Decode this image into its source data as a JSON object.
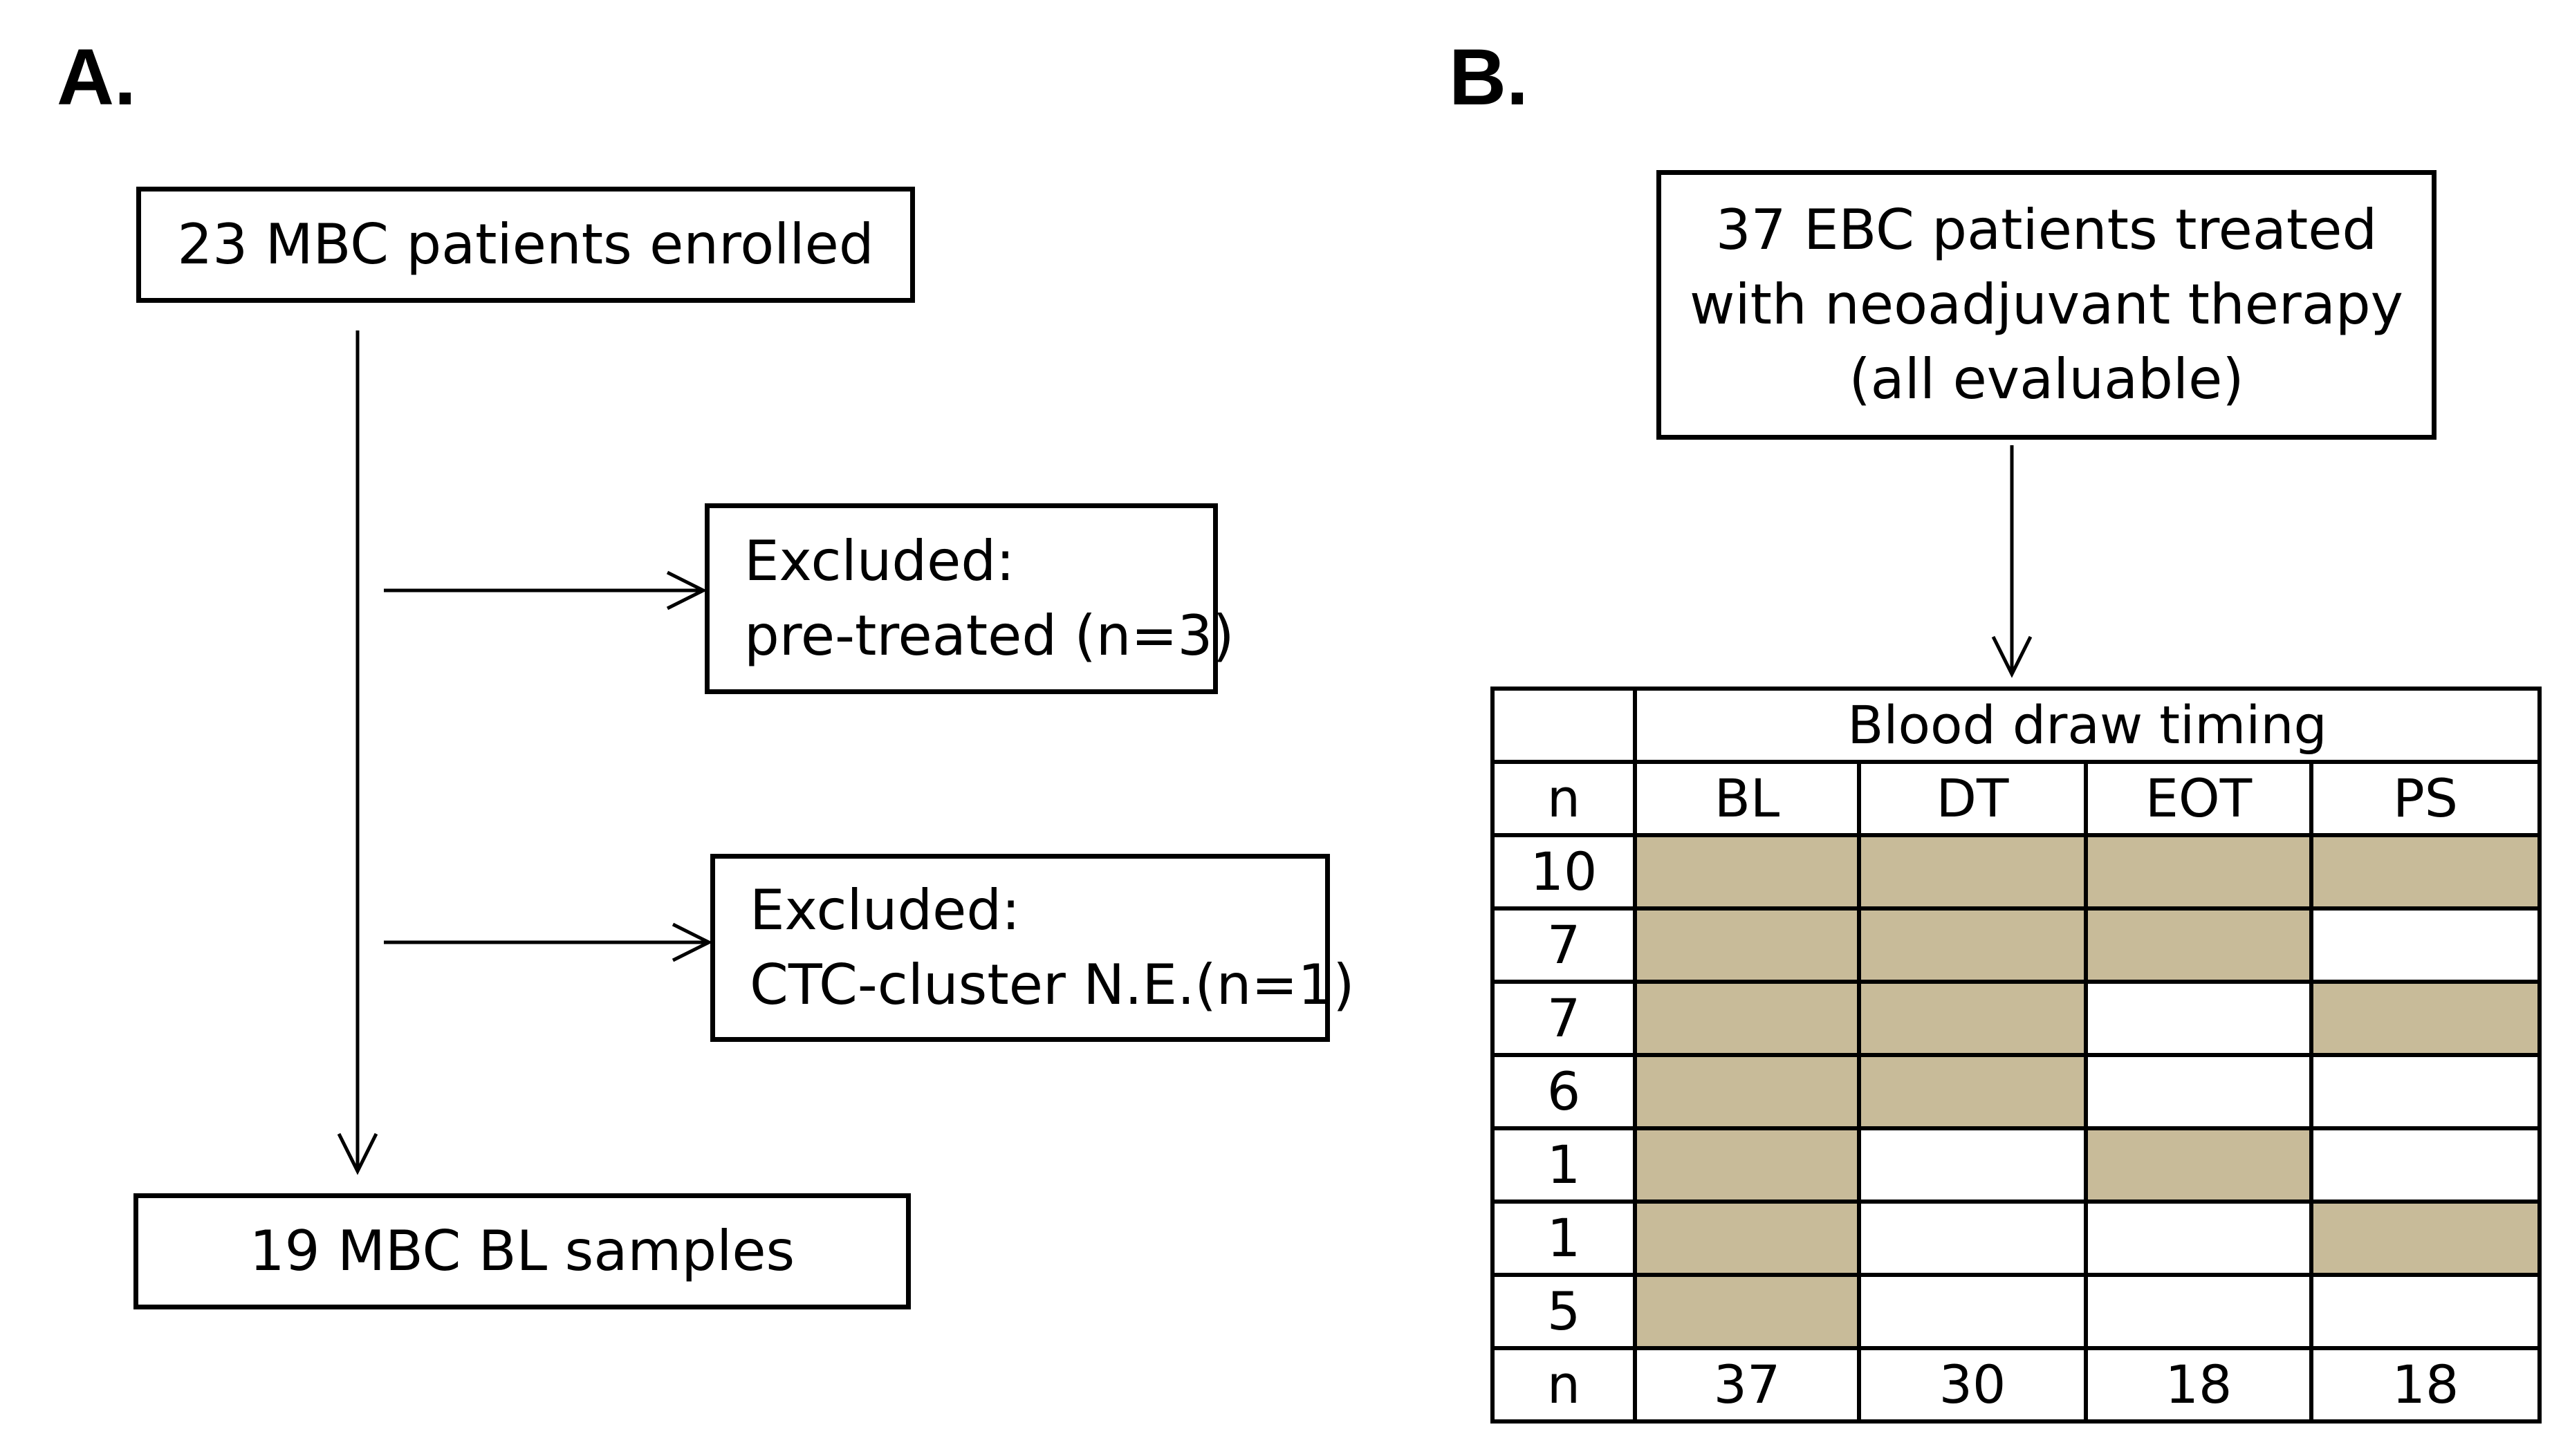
{
  "panel_a": {
    "label": "A.",
    "enrolled": "23 MBC patients enrolled",
    "excluded_1": {
      "title": "Excluded:",
      "detail": "pre-treated (n=3)"
    },
    "excluded_2": {
      "title": "Excluded:",
      "detail": "CTC-cluster N.E.(n=1)"
    },
    "final": "19 MBC BL samples"
  },
  "panel_b": {
    "label": "B.",
    "cohort_lines": [
      "37 EBC patients treated",
      "with neoadjuvant therapy",
      "(all evaluable)"
    ],
    "table": {
      "header_title": "Blood draw timing",
      "n_label": "n",
      "columns": [
        "BL",
        "DT",
        "EOT",
        "PS"
      ],
      "fill_color": "#c8bb99",
      "rows": [
        {
          "n": "10",
          "draws": [
            true,
            true,
            true,
            true
          ]
        },
        {
          "n": "7",
          "draws": [
            true,
            true,
            true,
            false
          ]
        },
        {
          "n": "7",
          "draws": [
            true,
            true,
            false,
            true
          ]
        },
        {
          "n": "6",
          "draws": [
            true,
            true,
            false,
            false
          ]
        },
        {
          "n": "1",
          "draws": [
            true,
            false,
            true,
            false
          ]
        },
        {
          "n": "1",
          "draws": [
            true,
            false,
            false,
            true
          ]
        },
        {
          "n": "5",
          "draws": [
            true,
            false,
            false,
            false
          ]
        }
      ],
      "totals_label": "n",
      "totals": [
        "37",
        "30",
        "18",
        "18"
      ]
    }
  }
}
